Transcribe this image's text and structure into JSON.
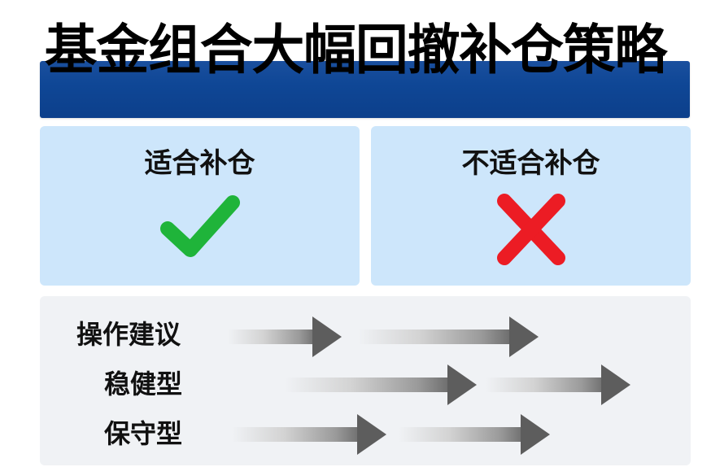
{
  "header": {
    "title": "基金组合大幅回撤补仓策略",
    "bar_color": "#0f4796"
  },
  "cards": [
    {
      "title": "适合补仓",
      "icon": "check-icon",
      "icon_color": "#1fb43a"
    },
    {
      "title": "不适合补仓",
      "icon": "cross-icon",
      "icon_color": "#ec1c24"
    }
  ],
  "panel": {
    "rows": [
      {
        "label": "操作建议",
        "arrows": 2
      },
      {
        "label": "稳健型",
        "arrows": 2
      },
      {
        "label": "保守型",
        "arrows": 2
      }
    ]
  },
  "colors": {
    "card_bg": "#cde6fb",
    "panel_bg": "#f0f2f5",
    "arrow_head": "#5d5d5d"
  }
}
